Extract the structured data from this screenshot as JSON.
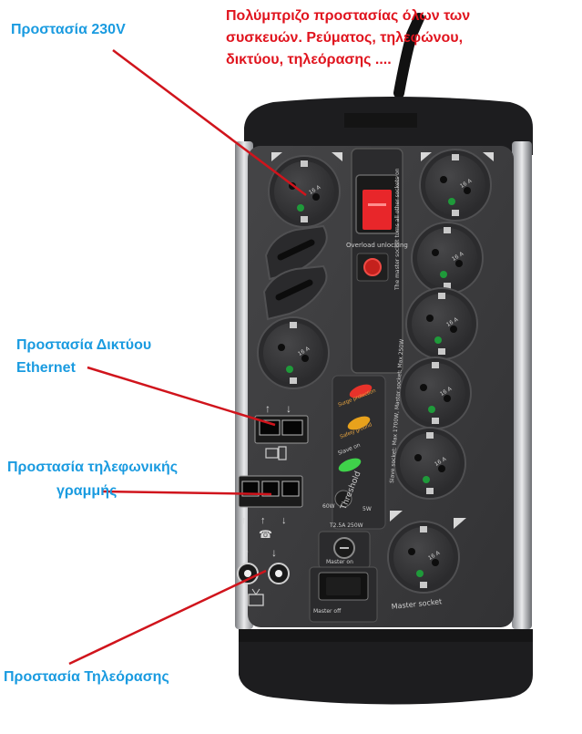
{
  "title_lines": [
    "Πολύμπριζο προστασίας όλων των",
    "συσκευών. Ρεύματος, τηλεφώνου,",
    "δικτύου, τηλεόρασης ...."
  ],
  "labels": {
    "power_protection": "Προστασία 230V",
    "network_protection_line1": "Προστασία Δικτύου",
    "network_protection_line2": "Ethernet",
    "phone_protection_line1": "Προστασία τηλεφωνικής",
    "phone_protection_line2": "γραμμής",
    "tv_protection": "Προστασία Τηλεόρασης"
  },
  "device_text": {
    "overload_unlocking": "Overload unlocking",
    "surge_protection": "Surge protection",
    "safety_ground": "Safety ground",
    "slave_on": "Slave on",
    "threshold": "Threshold",
    "threshold_low": "60W",
    "threshold_high": "5W",
    "fuse": "T2.5A 250W",
    "master_on": "Master on",
    "master_off": "Master off",
    "master_socket": "Master socket",
    "side_text_1": "The master socket turns all other sockets on",
    "side_text_2": "Slave socket: Max 1700W, Master socket: Max 250W"
  },
  "colors": {
    "label_blue": "#1a9be0",
    "title_red": "#e0141e",
    "pointer_red": "#d0141c",
    "body_dark": "#3a3a3c",
    "switch_red": "#e8262a",
    "led_red": "#e8322a",
    "led_amber": "#e8a21c",
    "led_green": "#3fd24a"
  },
  "icons": [
    "power-socket-icon",
    "rocker-switch-icon",
    "reset-button-icon",
    "rj45-port-icon",
    "rj11-port-icon",
    "coax-port-icon",
    "tv-icon",
    "phone-icon",
    "computer-icon",
    "fuse-icon"
  ]
}
